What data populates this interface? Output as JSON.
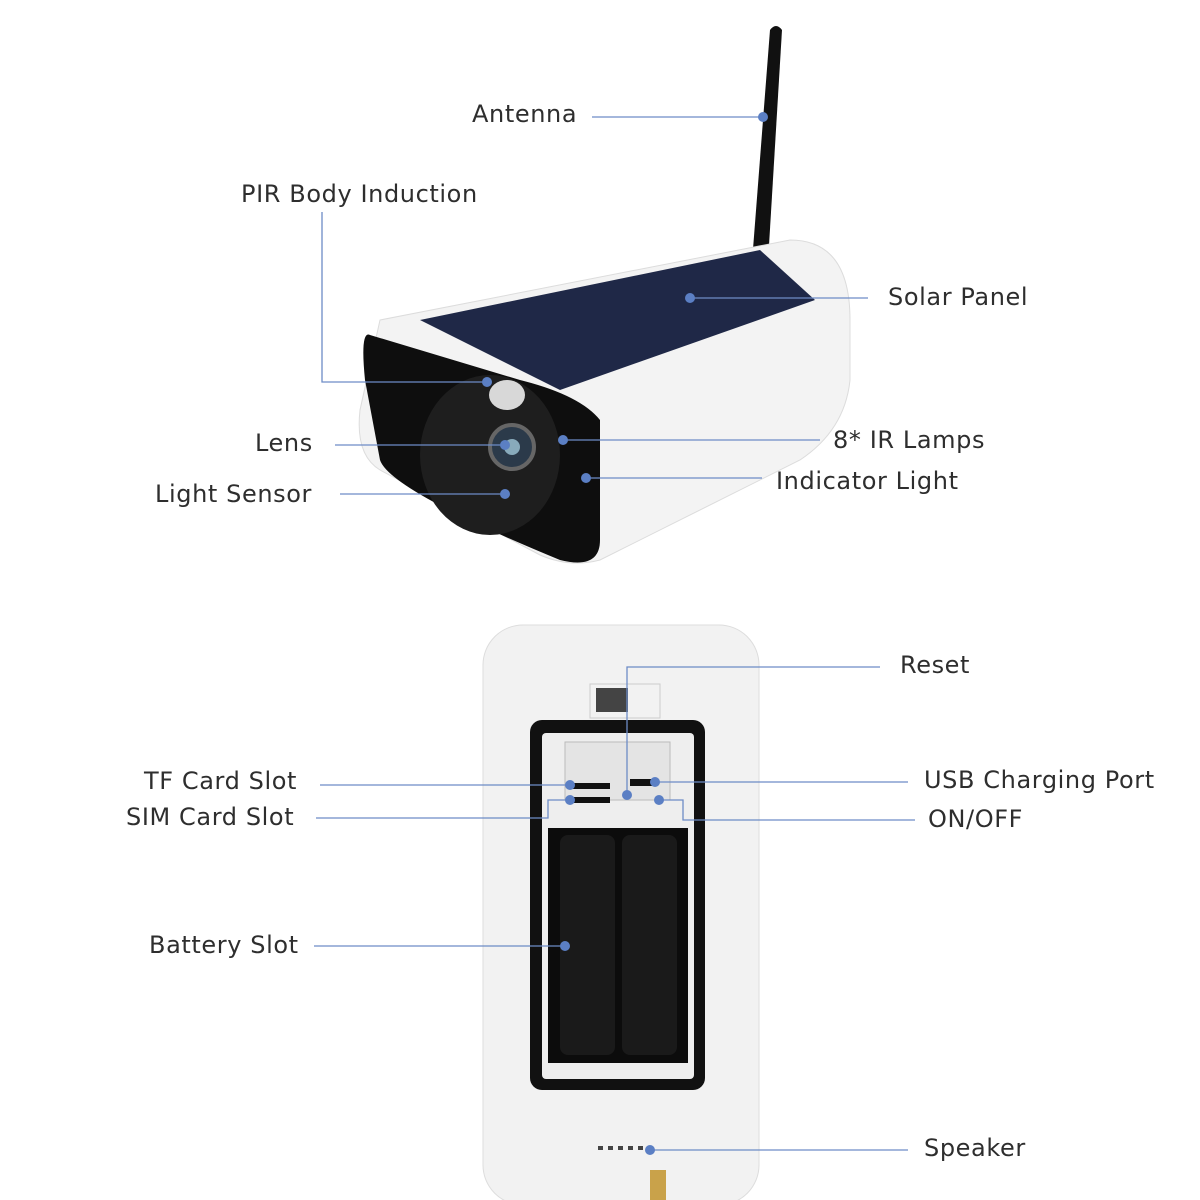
{
  "colors": {
    "leader": "#6d8cc6",
    "dot": "#5b7fc4",
    "text": "#2e2e2e",
    "body": "#f2f2f2",
    "solar": "#1c2440"
  },
  "top_view": {
    "labels": {
      "antenna": "Antenna",
      "pir": "PIR Body Induction",
      "solar_panel": "Solar Panel",
      "lens": "Lens",
      "ir_lamps": "8* IR Lamps",
      "light_sensor": "Light Sensor",
      "indicator_light": "Indicator Light"
    }
  },
  "back_view": {
    "labels": {
      "reset": "Reset",
      "tf_card": "TF Card Slot",
      "sim_card": "SIM Card Slot",
      "usb": "USB Charging Port",
      "on_off": "ON/OFF",
      "battery": "Battery Slot",
      "speaker": "Speaker"
    }
  }
}
